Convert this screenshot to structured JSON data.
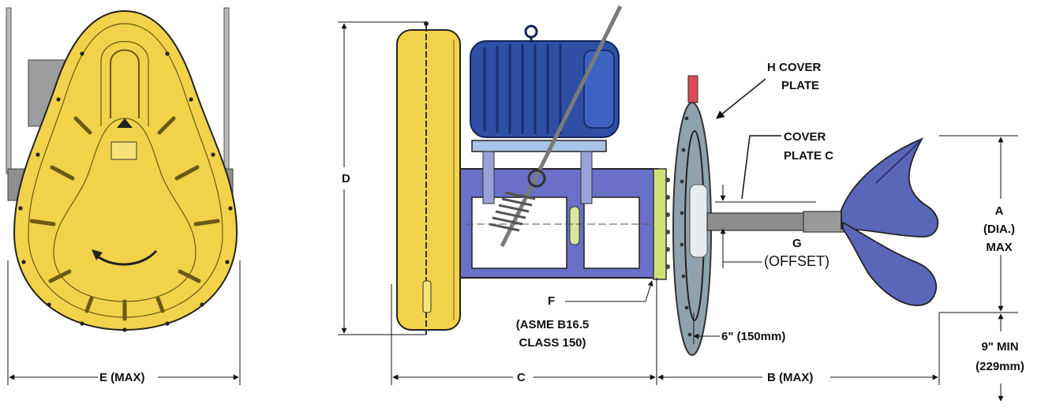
{
  "diagram": {
    "labels": {
      "e_max": "E (MAX)",
      "d": "D",
      "c": "C",
      "b_max": "B (MAX)",
      "f": "F",
      "asme_line1": "(ASME B16.5",
      "asme_line2": "CLASS 150)",
      "h_cover_line1": "H COVER",
      "h_cover_line2": "PLATE",
      "cover_plate_c_line1": "COVER",
      "cover_plate_c_line2": "PLATE C",
      "g": "G",
      "offset": "(OFFSET)",
      "six_inch": "6\" (150mm)",
      "a_line1": "A",
      "a_line2": "(DIA.)",
      "a_line3": "MAX",
      "nine_min_line1": "9\" MIN",
      "nine_min_line2": "(229mm)"
    },
    "colors": {
      "gearbox_yellow": "#f2d24a",
      "motor_blue": "#2e4fa3",
      "frame_purple": "#6a6fc8",
      "cover_plate": "#8fa3ad",
      "flange_green": "#cfe07a",
      "shaft_gray": "#8c8c8c",
      "propeller": "#5a66b8",
      "accent_red": "#d84a55"
    }
  }
}
